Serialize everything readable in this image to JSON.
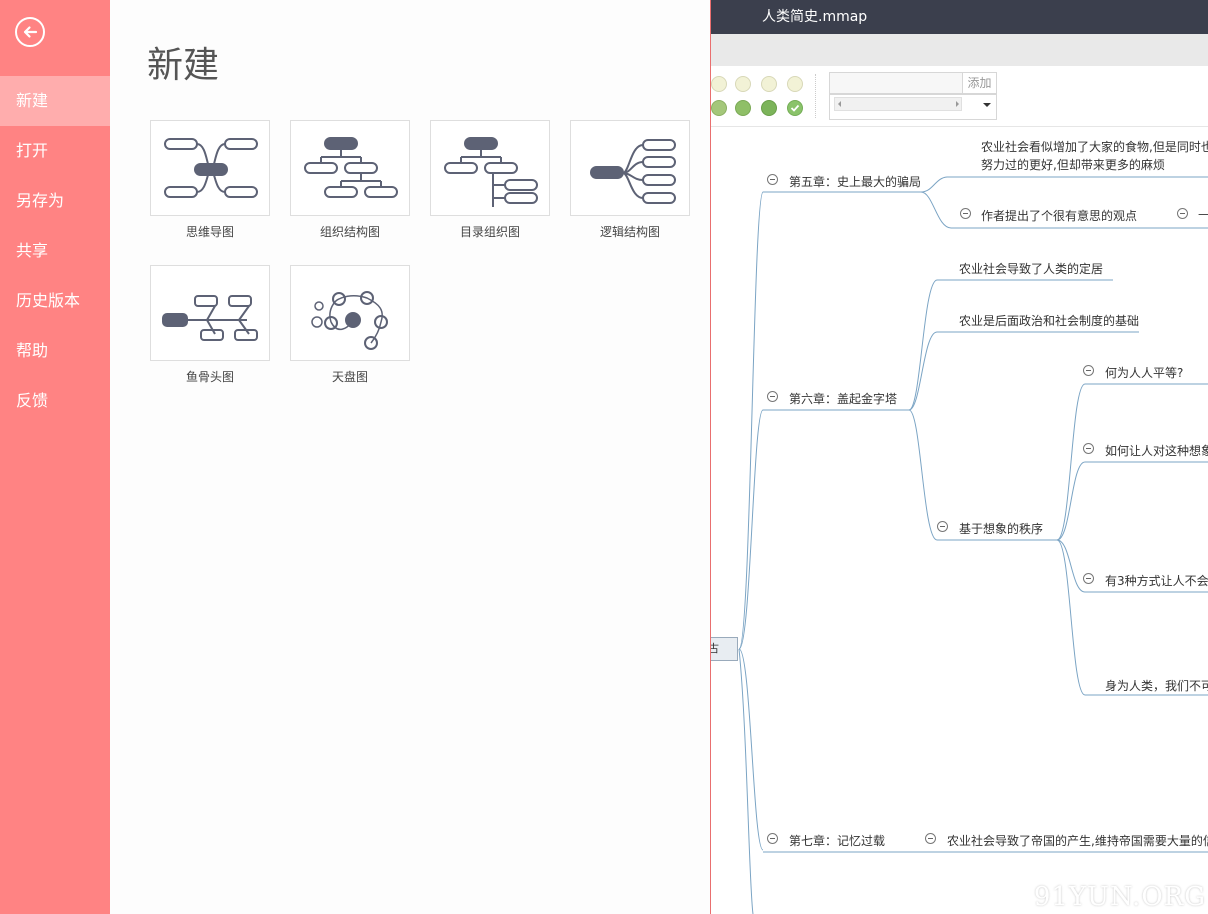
{
  "sidebar": {
    "items": [
      {
        "label": "新建"
      },
      {
        "label": "打开"
      },
      {
        "label": "另存为"
      },
      {
        "label": "共享"
      },
      {
        "label": "历史版本"
      },
      {
        "label": "帮助"
      },
      {
        "label": "反馈"
      }
    ]
  },
  "new_panel": {
    "title": "新建",
    "templates": [
      {
        "label": "思维导图",
        "icon": "mind-map-icon"
      },
      {
        "label": "组织结构图",
        "icon": "org-chart-icon"
      },
      {
        "label": "目录组织图",
        "icon": "directory-chart-icon"
      },
      {
        "label": "逻辑结构图",
        "icon": "logic-chart-icon"
      },
      {
        "label": "鱼骨头图",
        "icon": "fishbone-icon"
      },
      {
        "label": "天盘图",
        "icon": "celestial-map-icon"
      }
    ]
  },
  "editor": {
    "title": "人类简史.mmap",
    "add_button": "添加",
    "root_label": "古",
    "nodes": {
      "ch5": "第五章：史上最大的骗局",
      "ch5_a": "农业社会看似增加了大家的食物,但是同时也",
      "ch5_a2": "努力过的更好,但却带来更多的麻烦",
      "ch5_b": "作者提出了个很有意思的观点",
      "ch5_b_child": "—",
      "ch6": "第六章：盖起金字塔",
      "ch6_a": "农业社会导致了人类的定居",
      "ch6_b": "农业是后面政治和社会制度的基础",
      "ch6_c": "基于想象的秩序",
      "ch6_c1": "何为人人平等?",
      "ch6_c2": "如何让人对这种想象",
      "ch6_c3": "有3种方式让人不会",
      "ch6_c4": "身为人类，我们不可",
      "ch7": "第七章：记忆过载",
      "ch7_a": "农业社会导致了帝国的产生,维持帝国需要大量的信"
    }
  },
  "watermark": "91YUN.ORG",
  "colors": {
    "sidebar_bg": "#ff8383",
    "sidebar_active": "#ffadad",
    "editor_titlebar": "#3b3f4d",
    "branch_line": "#7ba4c4"
  }
}
